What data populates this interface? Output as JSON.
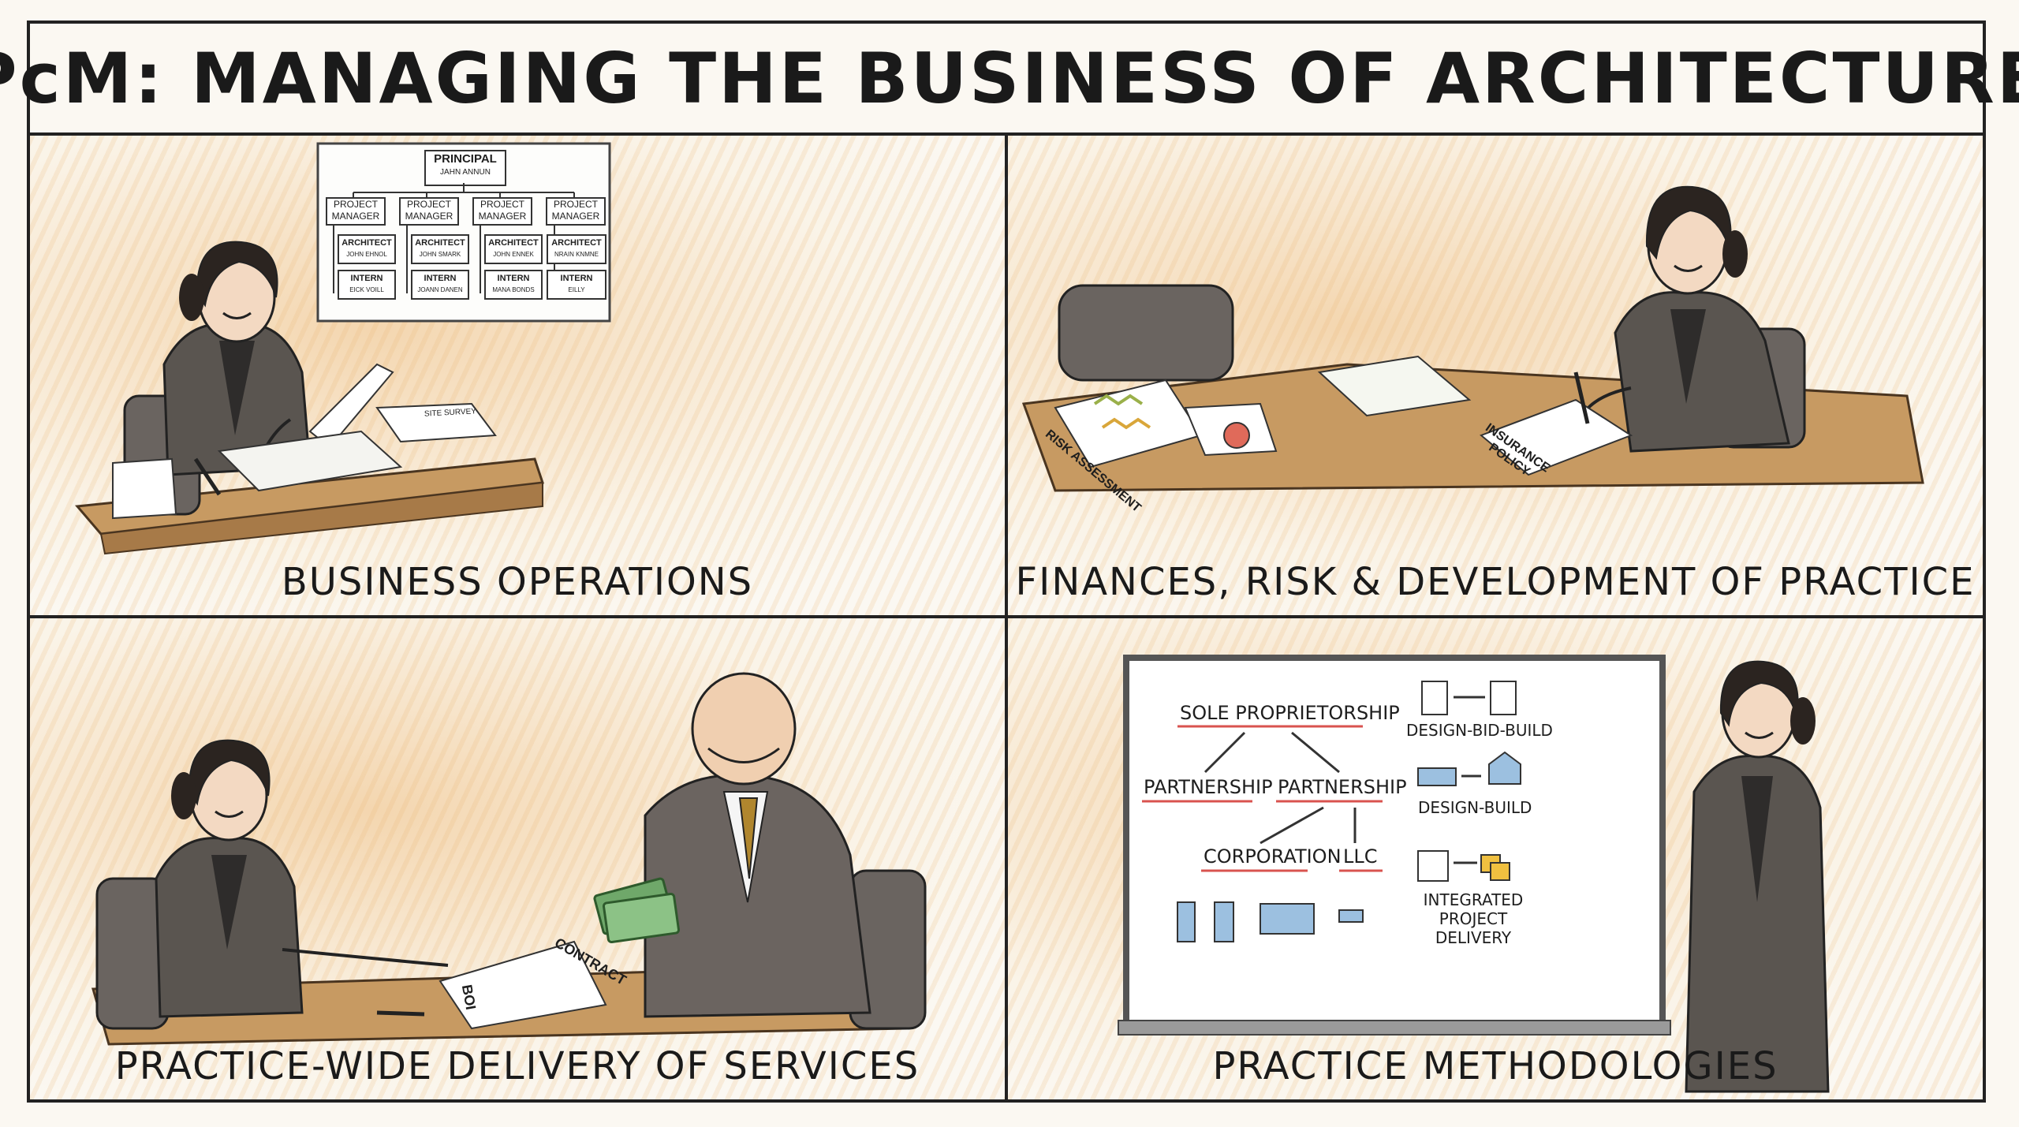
{
  "title": "PcM: MANAGING THE BUSINESS OF ARCHITECTURE",
  "panels": {
    "business_operations": {
      "caption": "BUSINESS OPERATIONS",
      "org_chart": {
        "top": {
          "role": "PRINCIPAL",
          "name": "JAHN ANNUN"
        },
        "columns": [
          {
            "manager": "PROJECT MANAGER",
            "architect": {
              "role": "ARCHITECT",
              "name": "JOHN EHNOL"
            },
            "intern": {
              "role": "INTERN",
              "name": "EICK VOILL"
            }
          },
          {
            "manager": "PROJECT MANAGER",
            "architect": {
              "role": "ARCHITECT",
              "name": "JOHN SMARK"
            },
            "intern": {
              "role": "INTERN",
              "name": "JOANN DANEN"
            }
          },
          {
            "manager": "PROJECT MANAGER",
            "architect": {
              "role": "ARCHITECT",
              "name": "JOHN ENNEK"
            },
            "intern": {
              "role": "INTERN",
              "name": "MANA BONDS"
            }
          },
          {
            "manager": "PROJECT MANAGER",
            "architect": {
              "role": "ARCHITECT",
              "name": "NRAIN KNMNE"
            },
            "intern": {
              "role": "INTERN",
              "name": "EILLY"
            }
          }
        ]
      },
      "desk_paper_label": "SITE SURVEY"
    },
    "finances": {
      "caption": "FINANCES, RISK & DEVELOPMENT OF PRACTICE",
      "doc_risk": "RISK ASSESSMENT",
      "doc_policy_line1": "INSURANCE",
      "doc_policy_line2": "POLICY"
    },
    "delivery": {
      "caption": "PRACTICE-WIDE DELIVERY OF SERVICES",
      "contract_label": "CONTRACT",
      "doc_code": "BOI"
    },
    "methodologies": {
      "caption": "PRACTICE METHODOLOGIES",
      "whiteboard": {
        "sole": "SOLE PROPRIETORSHIP",
        "partnership_a": "PARTNERSHIP",
        "partnership_b": "PARTNERSHIP",
        "corporation": "CORPORATION",
        "llc": "LLC",
        "dbb": "DESIGN-BID-BUILD",
        "db": "DESIGN-BUILD",
        "ipd_line1": "INTEGRATED",
        "ipd_line2": "PROJECT DELIVERY"
      }
    }
  },
  "colors": {
    "ink": "#1e1e1e",
    "wash": "#eab070",
    "accent_red": "#d9534f",
    "blazer": "#5a5550",
    "desk": "#c79a62",
    "money": "#6fa86a",
    "blue_block": "#9cc0e0"
  }
}
